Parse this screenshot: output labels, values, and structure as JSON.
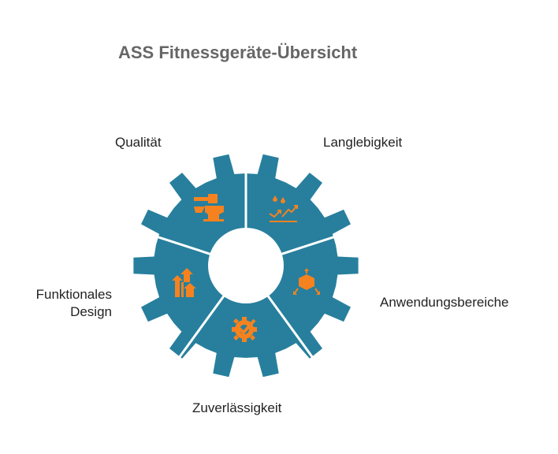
{
  "title": "ASS Fitnessgeräte-Übersicht",
  "colors": {
    "gear": "#277f9d",
    "icon": "#f5821f"
  },
  "segments": [
    {
      "label": "Qualität",
      "icon": "anvil-hammer-icon"
    },
    {
      "label": "Langlebigkeit",
      "icon": "water-resistance-trend-icon"
    },
    {
      "label": "Anwendungsbereiche",
      "icon": "box-expand-icon"
    },
    {
      "label": "Zuverlässigkeit",
      "icon": "gear-check-icon"
    },
    {
      "label": "Funktionales Design",
      "label_line1": "Funktionales",
      "label_line2": "Design",
      "icon": "houses-up-arrows-icon"
    }
  ]
}
